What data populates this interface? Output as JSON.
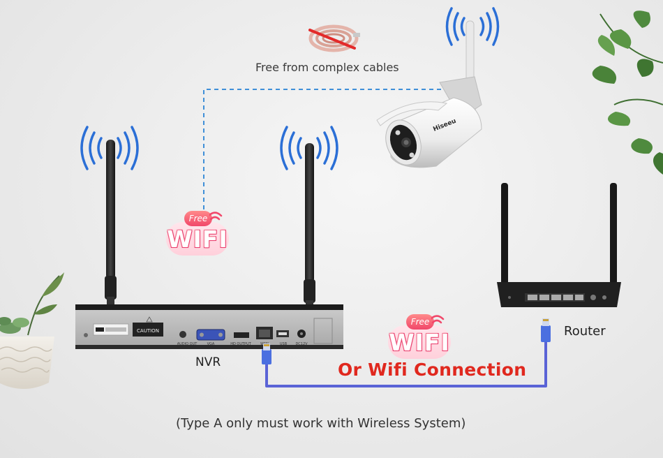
{
  "captions": {
    "cables": "Free from complex cables",
    "nvr": "NVR",
    "router": "Router",
    "wifi_connection": "Or Wifi Connection",
    "footer": "(Type A only must work with Wireless System)"
  },
  "badge": {
    "free": "Free",
    "wifi": "WIFI"
  },
  "camera": {
    "brand": "Hiseeu"
  },
  "nvr_panel": {
    "caution": "CAUTION",
    "ports": [
      "AUDIO OUT",
      "VGA",
      "HD OUTPUT",
      "WAN",
      "USB",
      "DC12V"
    ]
  },
  "colors": {
    "wifi_waves": "#2b6fd6",
    "dashed_link": "#3f8fd8",
    "ethernet_cable": "#5a63d6",
    "wifi_text": "#e0281e",
    "badge_pink": "#f1476a"
  },
  "icons": [
    "wifi-signal-icon",
    "cable-coil-icon",
    "ethernet-plug-icon",
    "leaf-plant-icon"
  ]
}
